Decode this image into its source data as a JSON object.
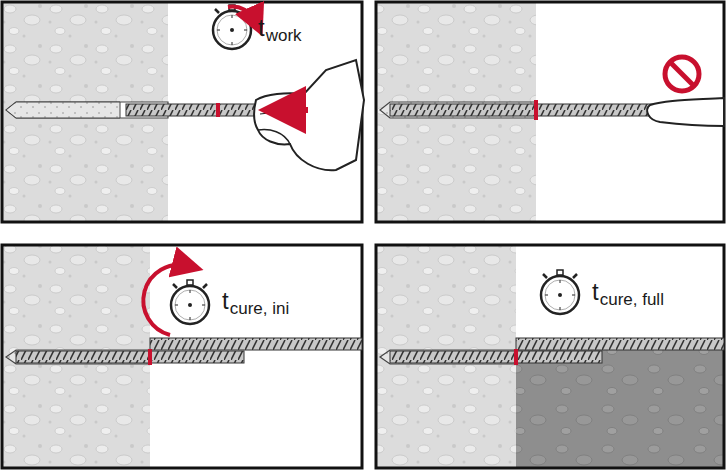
{
  "diagram": {
    "labels": [
      "t",
      "work",
      "t",
      "cure, ini",
      "t",
      "cure, full"
    ]
  }
}
